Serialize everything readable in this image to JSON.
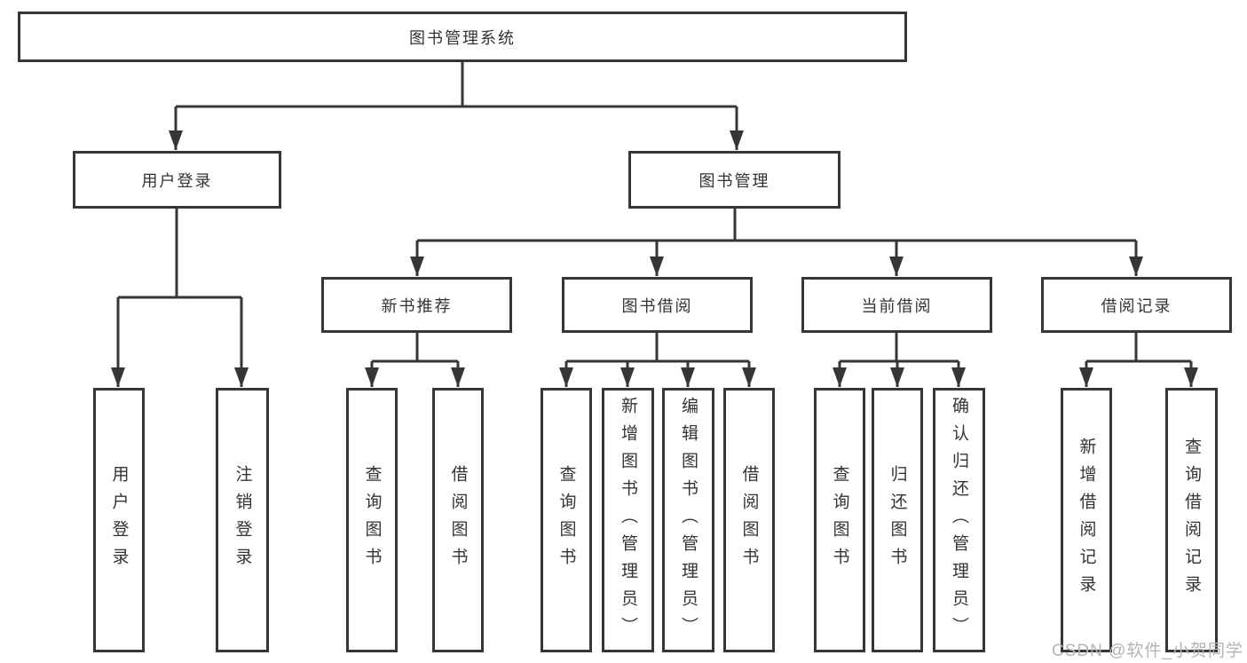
{
  "diagram": {
    "root": {
      "label": "图书管理系统"
    },
    "level2": [
      {
        "label": "用户登录"
      },
      {
        "label": "图书管理"
      }
    ],
    "level3": [
      {
        "label": "新书推荐"
      },
      {
        "label": "图书借阅"
      },
      {
        "label": "当前借阅"
      },
      {
        "label": "借阅记录"
      }
    ],
    "leaves": [
      {
        "label": "用户登录"
      },
      {
        "label": "注销登录"
      },
      {
        "label": "查询图书"
      },
      {
        "label": "借阅图书"
      },
      {
        "label": "查询图书"
      },
      {
        "label": "新增图书（管理员）"
      },
      {
        "label": "编辑图书（管理员）"
      },
      {
        "label": "借阅图书"
      },
      {
        "label": "查询图书"
      },
      {
        "label": "归还图书"
      },
      {
        "label": "确认归还（管理员）"
      },
      {
        "label": "新增借阅记录"
      },
      {
        "label": "查询借阅记录"
      }
    ]
  },
  "watermark": {
    "text": "CSDN @软件_小贺同学"
  },
  "colors": {
    "line": "#363636",
    "text": "#333333",
    "box_fill": "#ffffff",
    "watermark": "#b3b3b3",
    "background": "#ffffff"
  }
}
